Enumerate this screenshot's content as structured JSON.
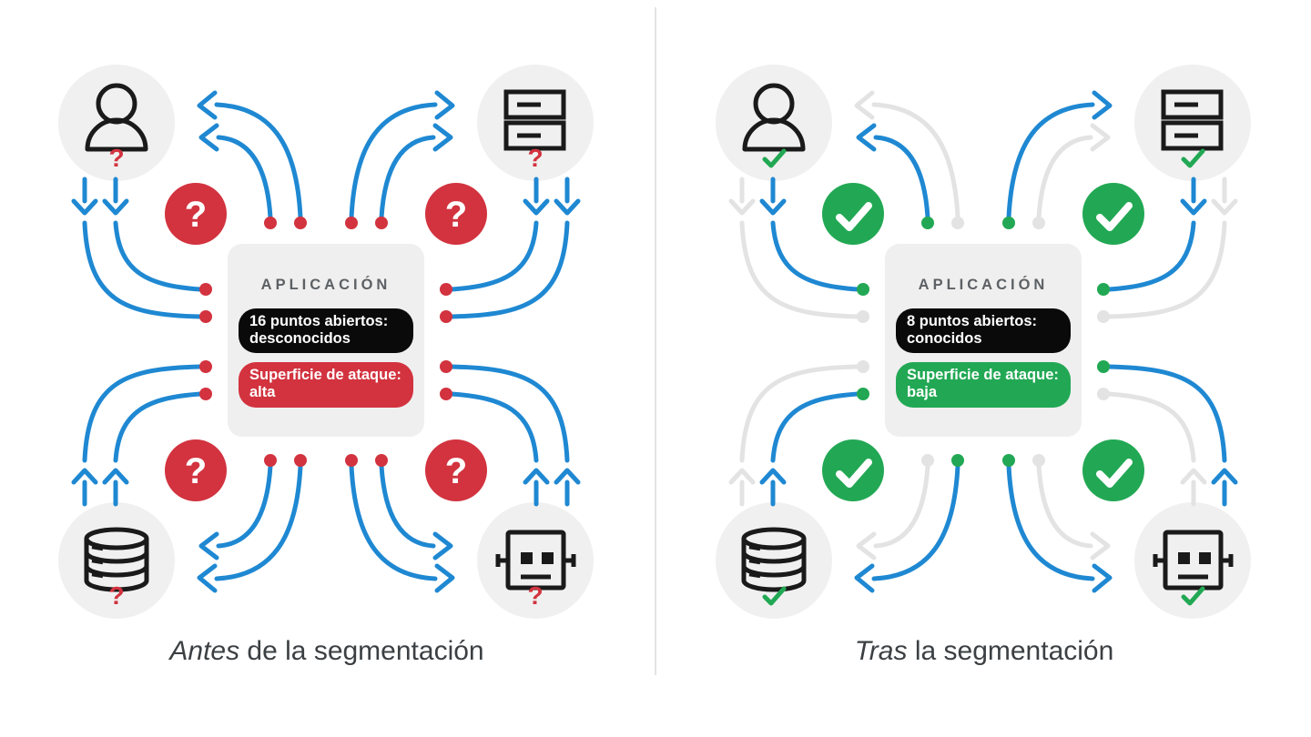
{
  "colors": {
    "blue": "#1f88d2",
    "blocked": "#e3e3e3",
    "red": "#d2333f",
    "green": "#22a854",
    "circle_bg": "#f0f0f0",
    "box_bg": "#efefef",
    "icon": "#1a1a1a",
    "title_gray": "#5d6165",
    "caption_gray": "#3c4043",
    "pill_black": "#0a0a0a",
    "divider": "#e2e4e6"
  },
  "diagrams": [
    {
      "id": "before",
      "caption": {
        "emphasis": "Antes",
        "rest": " de la segmentación"
      },
      "app": {
        "title": "APLICACIÓN",
        "pill_top": {
          "lines": [
            "16 puntos abiertos:",
            "desconocidos"
          ],
          "bg": "#0a0a0a"
        },
        "pill_bottom": {
          "lines": [
            "Superficie de ataque:",
            "alta"
          ],
          "bg": "#d2333f"
        }
      },
      "badge": {
        "type": "question",
        "bg": "#d2333f"
      },
      "node_mark": {
        "type": "question",
        "color": "#d2333f"
      },
      "dot_open_color": "#d2333f",
      "nodes": [
        "user",
        "server",
        "database",
        "bot"
      ],
      "connections": {
        "tl": {
          "in_inner": "open",
          "in_outer": "open",
          "out_inner": "open",
          "out_outer": "open"
        },
        "tr": {
          "in_inner": "open",
          "in_outer": "open",
          "out_inner": "open",
          "out_outer": "open"
        },
        "bl": {
          "in_inner": "open",
          "in_outer": "open",
          "out_inner": "open",
          "out_outer": "open"
        },
        "br": {
          "in_inner": "open",
          "in_outer": "open",
          "out_inner": "open",
          "out_outer": "open"
        }
      }
    },
    {
      "id": "after",
      "caption": {
        "emphasis": "Tras",
        "rest": " la segmentación"
      },
      "app": {
        "title": "APLICACIÓN",
        "pill_top": {
          "lines": [
            "8 puntos abiertos:",
            "conocidos"
          ],
          "bg": "#0a0a0a"
        },
        "pill_bottom": {
          "lines": [
            "Superficie de ataque:",
            "baja"
          ],
          "bg": "#22a854"
        }
      },
      "badge": {
        "type": "check",
        "bg": "#22a854"
      },
      "node_mark": {
        "type": "check",
        "color": "#22a854"
      },
      "dot_open_color": "#22a854",
      "nodes": [
        "user",
        "server",
        "database",
        "bot"
      ],
      "connections": {
        "tl": {
          "in_inner": "open",
          "in_outer": "blocked",
          "out_inner": "open",
          "out_outer": "blocked"
        },
        "tr": {
          "in_inner": "blocked",
          "in_outer": "open",
          "out_inner": "open",
          "out_outer": "blocked"
        },
        "bl": {
          "in_inner": "blocked",
          "in_outer": "open",
          "out_inner": "open",
          "out_outer": "blocked"
        },
        "br": {
          "in_inner": "blocked",
          "in_outer": "open",
          "out_inner": "blocked",
          "out_outer": "open"
        }
      }
    }
  ]
}
